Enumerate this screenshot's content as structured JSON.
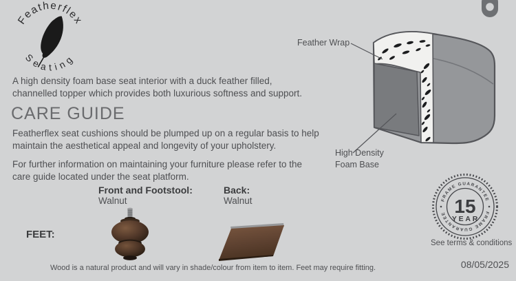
{
  "colors": {
    "background": "#d2d3d4",
    "text": "#4e4f52",
    "heading": "#6a6b6e",
    "bold": "#3b3c3e",
    "outline": "#55565a",
    "cushion_body": "#95979a",
    "cushion_foam": "#797b7e",
    "wrap_white": "#f1f1ef",
    "badge": "#45464a",
    "foot_wood_dark": "#53392a",
    "foot_wood_wedge": "#6e4e38"
  },
  "brand": {
    "name_top": "Featherflex",
    "name_bottom": "Seating",
    "icon": "feather-quill-icon"
  },
  "intro": {
    "lines": [
      "A high density foam base seat interior with a duck feather filled,",
      "channelled topper which provides both luxurious softness and support."
    ]
  },
  "care": {
    "heading": "CARE GUIDE",
    "para1_lines": [
      "Featherflex seat cushions should be plumped up on a regular basis to help",
      "maintain the aesthetical appeal and longevity of your upholstery."
    ],
    "para2_lines": [
      "For further information on maintaining your furniture please refer to the",
      "care guide located under the seat platform."
    ]
  },
  "finishes": {
    "front_label": "Front and Footstool:",
    "front_value": "Walnut",
    "back_label": "Back:",
    "back_value": "Walnut"
  },
  "feet": {
    "label": "FEET:"
  },
  "diagram": {
    "wrap_label": "Feather Wrap",
    "foam_label_lines": [
      "High Density",
      "Foam Base"
    ]
  },
  "guarantee": {
    "arc_top": "FRAME GUARANTEE",
    "arc_bottom": "FRAME GUARANTEE",
    "years": "15",
    "unit": "YEAR",
    "terms": "See terms & conditions"
  },
  "footer": {
    "disclaimer": "Wood is a natural product and will vary in shade/colour from item to item. Feet may require fitting.",
    "date": "08/05/2025"
  }
}
